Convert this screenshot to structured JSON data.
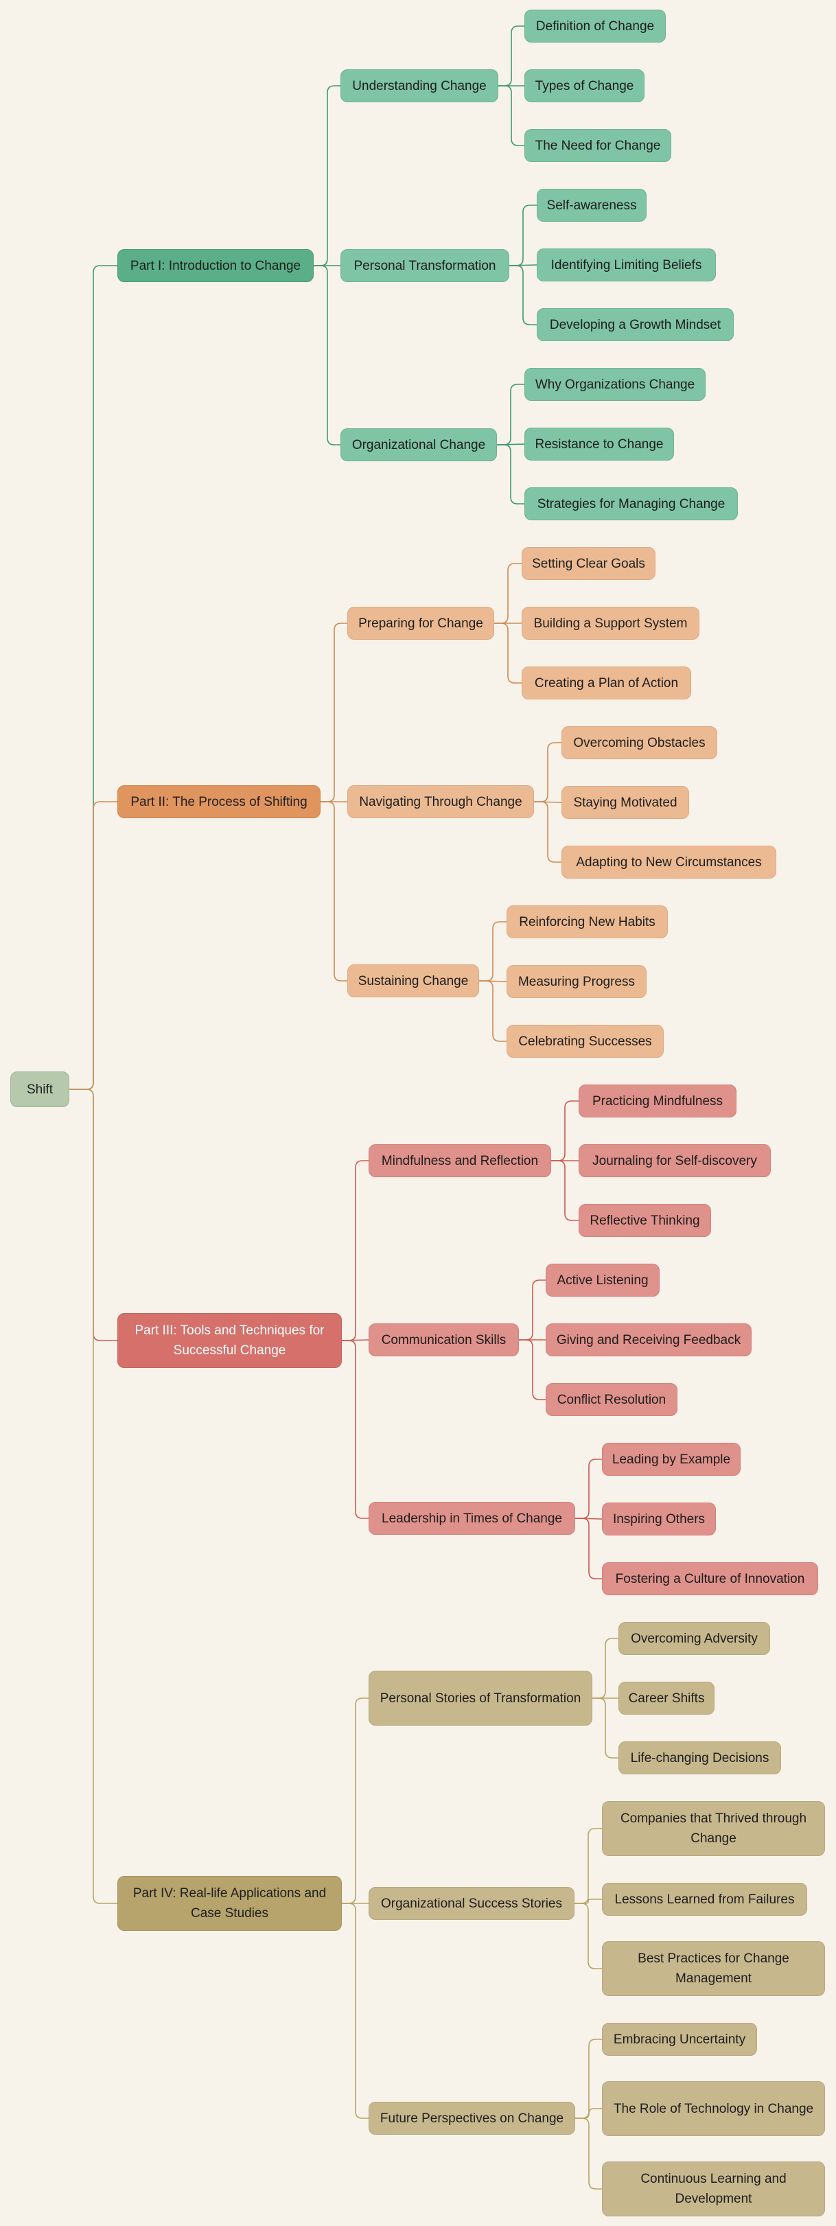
{
  "colors": {
    "background": "#f8f3ea",
    "green_edge": "#3d9a6f",
    "orange_edge": "#d08a52",
    "red_edge": "#cc5a54",
    "tan_edge": "#b9a362"
  },
  "mindmap": {
    "root": "Shift",
    "parts": [
      {
        "label": "Part I: Introduction to Change",
        "topics": [
          {
            "label": "Understanding Change",
            "items": [
              "Definition of Change",
              "Types of Change",
              "The Need for Change"
            ]
          },
          {
            "label": "Personal Transformation",
            "items": [
              "Self-awareness",
              "Identifying Limiting Beliefs",
              "Developing a Growth Mindset"
            ]
          },
          {
            "label": "Organizational Change",
            "items": [
              "Why Organizations Change",
              "Resistance to Change",
              "Strategies for Managing Change"
            ]
          }
        ]
      },
      {
        "label": "Part II: The Process of Shifting",
        "topics": [
          {
            "label": "Preparing for Change",
            "items": [
              "Setting Clear Goals",
              "Building a Support System",
              "Creating a Plan of Action"
            ]
          },
          {
            "label": "Navigating Through Change",
            "items": [
              "Overcoming Obstacles",
              "Staying Motivated",
              "Adapting to New Circumstances"
            ]
          },
          {
            "label": "Sustaining Change",
            "items": [
              "Reinforcing New Habits",
              "Measuring Progress",
              "Celebrating Successes"
            ]
          }
        ]
      },
      {
        "label": "Part III: Tools and Techniques for Successful Change",
        "topics": [
          {
            "label": "Mindfulness and Reflection",
            "items": [
              "Practicing Mindfulness",
              "Journaling for Self-discovery",
              "Reflective Thinking"
            ]
          },
          {
            "label": "Communication Skills",
            "items": [
              "Active Listening",
              "Giving and Receiving Feedback",
              "Conflict Resolution"
            ]
          },
          {
            "label": "Leadership in Times of Change",
            "items": [
              "Leading by Example",
              "Inspiring Others",
              "Fostering a Culture of Innovation"
            ]
          }
        ]
      },
      {
        "label": "Part IV: Real-life Applications and Case Studies",
        "topics": [
          {
            "label": "Personal Stories of Transformation",
            "items": [
              "Overcoming Adversity",
              "Career Shifts",
              "Life-changing Decisions"
            ]
          },
          {
            "label": "Organizational Success Stories",
            "items": [
              "Companies that Thrived through Change",
              "Lessons Learned from Failures",
              "Best Practices for Change Management"
            ]
          },
          {
            "label": "Future Perspectives on Change",
            "items": [
              "Embracing Uncertainty",
              "The Role of Technology in Change",
              "Continuous Learning and Development"
            ]
          }
        ]
      }
    ]
  }
}
